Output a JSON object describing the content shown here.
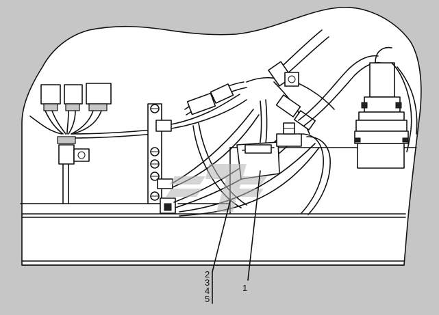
{
  "callouts": {
    "group": [
      "2",
      "3",
      "4",
      "5"
    ],
    "single": "1"
  },
  "colors": {
    "background": "#c6c6c6",
    "paper": "#ffffff",
    "ink": "#111111",
    "watermark": "#b4b4b4"
  }
}
